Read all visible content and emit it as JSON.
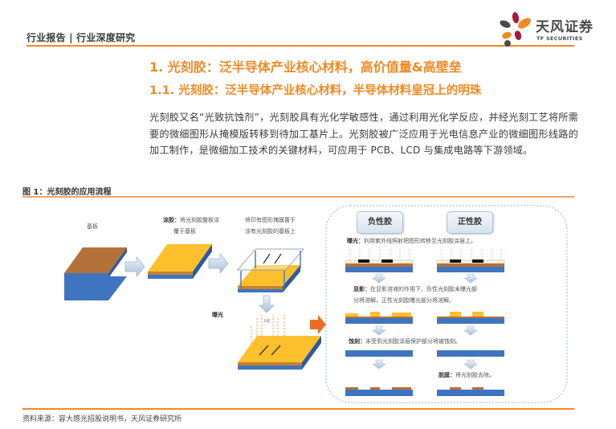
{
  "header": {
    "breadcrumb": "行业报告 | 行业深度研究",
    "logo": {
      "cn": "天风证券",
      "en": "TF SECURITIES"
    },
    "accent_color": "#f08a24"
  },
  "section": {
    "h1": "1. 光刻胶：泛半导体产业核心材料，高价值量&高壁垒",
    "h2": "1.1. 光刻胶：泛半导体产业核心材料，半导体材料皇冠上的明珠"
  },
  "body": {
    "paragraph": "光刻胶又名“光致抗蚀剂”，光刻胶具有光化学敏感性，通过利用光化学反应，并经光刻工艺将所需要的微细图形从掩模版转移到待加工基片上。光刻胶被广泛应用于光电信息产业的微细图形线路的加工制作，是微细加工技术的关键材料，可应用于 PCB、LCD 与集成电路等下游领域。"
  },
  "figure": {
    "title": "图 1：光刻胶的应用流程",
    "source": "资料来源：容大感光招股说明书，天风证券研究所",
    "steps": {
      "substrate": "基板",
      "coating_label": "涂胶：",
      "coating_text_1": "将光刻胶整板涂",
      "coating_text_2": "覆于基板",
      "mask_text_1": "将印有图形掩膜置于",
      "mask_text_2": "涂有光刻胶的基板上",
      "exposure": "曝光",
      "uv": "UV"
    },
    "panel": {
      "negative": "负性胶",
      "positive": "正性胶",
      "exposure_label": "曝光：",
      "exposure_text": "利用紫外线照射把图形转移至光刻胶涂层上。",
      "develop_label": "显影：",
      "develop_text_1": "在显影溶液的作用下，负性光刻胶未曝光部",
      "develop_text_2": "分将溶解，正性光刻胶曝光部分将溶解。",
      "etch_label": "蚀刻：",
      "etch_text": "未受到光刻胶涂层保护部分将被蚀刻。",
      "strip_label": "脱膜：",
      "strip_text": "将光刻胶去除。"
    },
    "colors": {
      "substrate_brown": "#b5713a",
      "photoresist_yellow": "#fcc02d",
      "base_blue": "#3f74c0",
      "arrow_orange": "#e96e24",
      "mask_black": "#111111"
    }
  }
}
